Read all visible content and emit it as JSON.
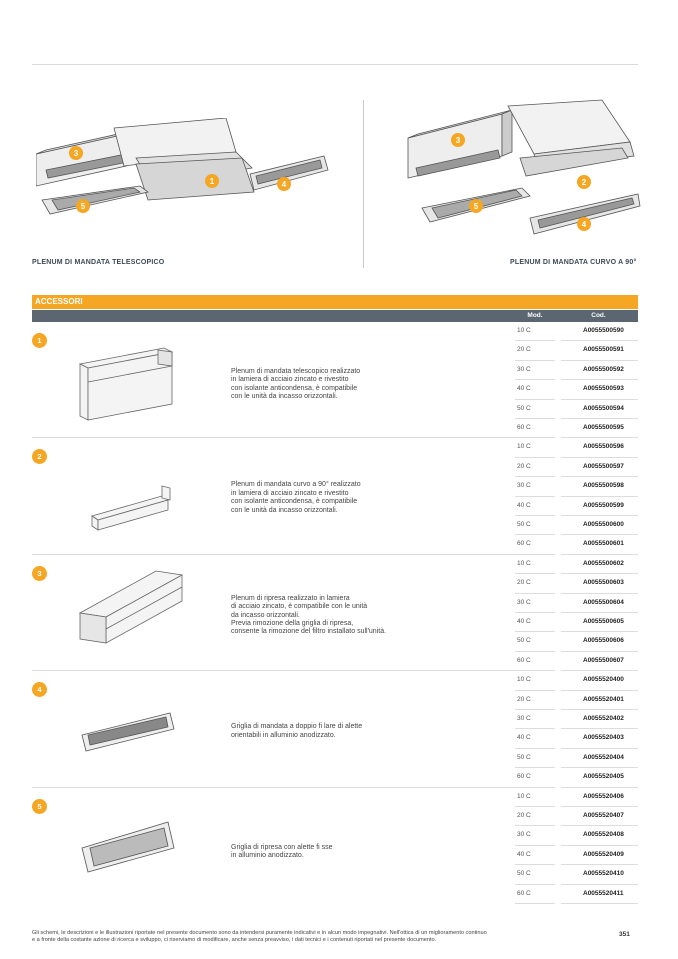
{
  "captions": {
    "left": "PLENUM DI MANDATA TELESCOPICO",
    "right": "PLENUM DI MANDATA CURVO A 90°"
  },
  "illustration_badges": {
    "left": [
      "3",
      "1",
      "4",
      "5"
    ],
    "right": [
      "3",
      "2",
      "5",
      "4"
    ]
  },
  "section_title": "ACCESSORI",
  "columns": {
    "mod": "Mod.",
    "cod": "Cod."
  },
  "groups": [
    {
      "number": "1",
      "description": [
        "Plenum di mandata telescopico realizzato",
        "in lamiera di acciaio zincato e rivestito",
        "con isolante anticondensa, è compatibile",
        "con le unità da incasso orizzontali."
      ],
      "rows": [
        [
          "10 C",
          "A0055500590"
        ],
        [
          "20 C",
          "A0055500591"
        ],
        [
          "30 C",
          "A0055500592"
        ],
        [
          "40 C",
          "A0055500593"
        ],
        [
          "50 C",
          "A0055500594"
        ],
        [
          "60 C",
          "A0055500595"
        ]
      ]
    },
    {
      "number": "2",
      "description": [
        "Plenum di mandata curvo a 90° realizzato",
        "in lamiera di acciaio zincato e rivestito",
        "con isolante anticondensa, è compatibile",
        "con le unità da incasso orizzontali."
      ],
      "rows": [
        [
          "10 C",
          "A0055500596"
        ],
        [
          "20 C",
          "A0055500597"
        ],
        [
          "30 C",
          "A0055500598"
        ],
        [
          "40 C",
          "A0055500599"
        ],
        [
          "50 C",
          "A0055500600"
        ],
        [
          "60 C",
          "A0055500601"
        ]
      ]
    },
    {
      "number": "3",
      "description": [
        "Plenum di ripresa realizzato in lamiera",
        "di acciaio zincato, è compatibile con le unità",
        "da incasso orizzontali.",
        "Previa rimozione della griglia di ripresa,",
        "consente la rimozione del filtro installato sull'unità."
      ],
      "rows": [
        [
          "10 C",
          "A0055500602"
        ],
        [
          "20 C",
          "A0055500603"
        ],
        [
          "30 C",
          "A0055500604"
        ],
        [
          "40 C",
          "A0055500605"
        ],
        [
          "50 C",
          "A0055500606"
        ],
        [
          "60 C",
          "A0055500607"
        ]
      ]
    },
    {
      "number": "4",
      "description": [
        "Griglia di mandata a doppio fi lare di alette",
        "orientabili in alluminio anodizzato."
      ],
      "rows": [
        [
          "10 C",
          "A0055520400"
        ],
        [
          "20 C",
          "A0055520401"
        ],
        [
          "30 C",
          "A0055520402"
        ],
        [
          "40 C",
          "A0055520403"
        ],
        [
          "50 C",
          "A0055520404"
        ],
        [
          "60 C",
          "A0055520405"
        ]
      ]
    },
    {
      "number": "5",
      "description": [
        "Griglia di ripresa con alette fi sse",
        "in alluminio anodizzato."
      ],
      "rows": [
        [
          "10 C",
          "A0055520406"
        ],
        [
          "20 C",
          "A0055520407"
        ],
        [
          "30 C",
          "A0055520408"
        ],
        [
          "40 C",
          "A0055520409"
        ],
        [
          "50 C",
          "A0055520410"
        ],
        [
          "60 C",
          "A0055520411"
        ]
      ]
    }
  ],
  "footer": {
    "text": [
      "Gli schemi, le descrizioni e le illustrazioni riportate nel presente documento sono da intendersi puramente indicativi e in alcun modo impegnativi. Nell'ottica di un miglioramento continuo",
      "e a fronte della costante azione di ricerca e sviluppo, ci riserviamo di modificare, anche senza preavviso, i dati tecnici e i contenuti riportati nel presente documento."
    ],
    "page_number": "351"
  },
  "colors": {
    "accent": "#f5a623",
    "header": "#5b6670",
    "caption": "#3c4a57"
  }
}
